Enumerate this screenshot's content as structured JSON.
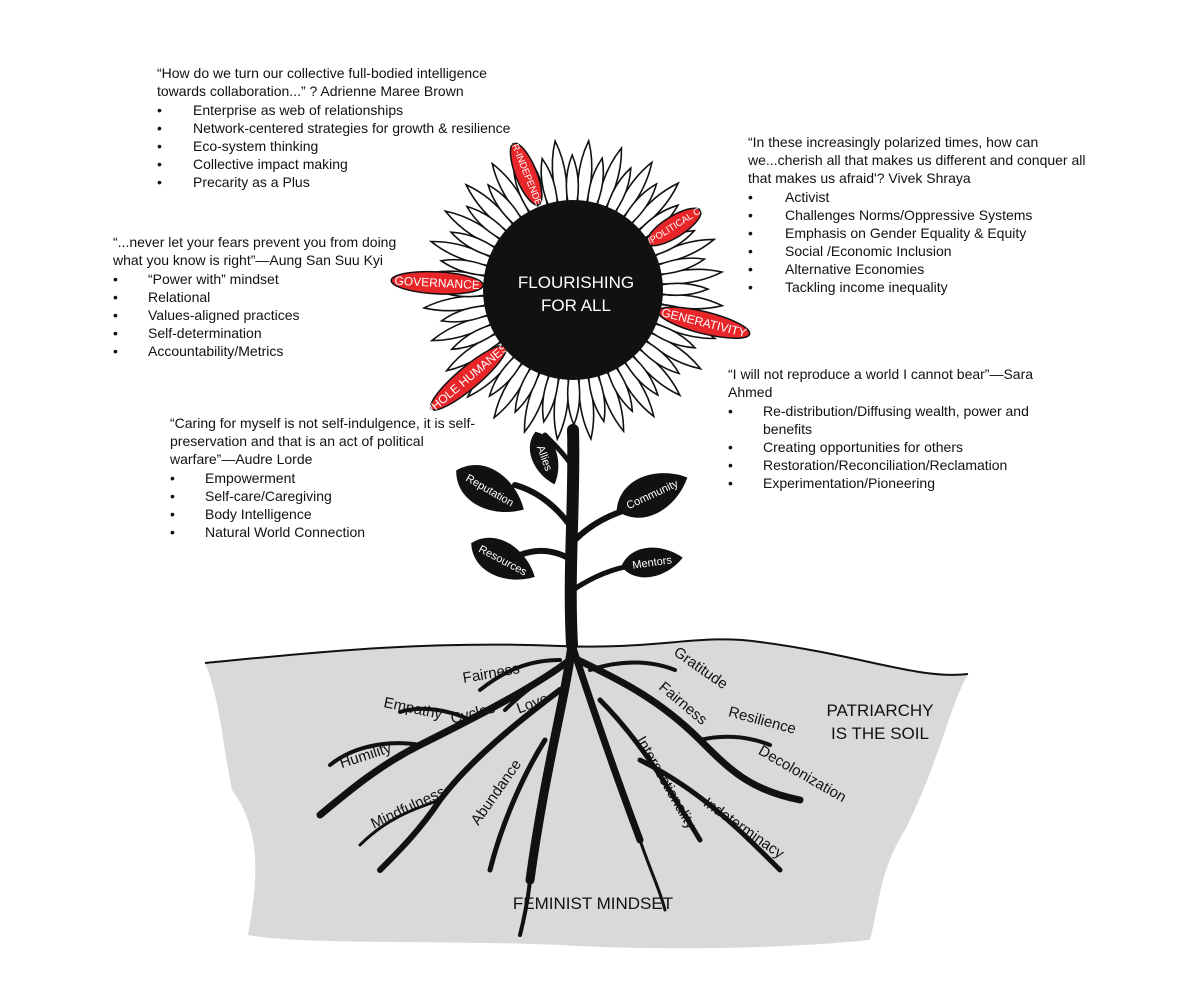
{
  "center": {
    "line1": "FLOURISHING",
    "line2": "FOR ALL"
  },
  "red_petals": [
    "INTER-INDEPENDENCE",
    "SOCIAL/POLITICAL CHANGE",
    "GOVERNANCE",
    "GENERATIVITY",
    "WHOLE HUMANESS"
  ],
  "leaves": [
    "Allies",
    "Reputation",
    "Community",
    "Resources",
    "Mentors"
  ],
  "roots": [
    "Fairness",
    "Empathy",
    "Cycles",
    "Love",
    "Humility",
    "Mindfulness",
    "Abundance",
    "Intersectionality",
    "Gratitude",
    "Fairness",
    "Resilience",
    "Decolonization",
    "Indeterminacy"
  ],
  "soil_label": {
    "line1": "PATRIARCHY",
    "line2": "IS THE SOIL"
  },
  "base_label": "FEMINIST MINDSET",
  "quotes": [
    {
      "quote": "“How do we turn our collective full-bodied intelligence towards collaboration...” ? Adrienne Maree Brown",
      "items": [
        "Enterprise as web of relationships",
        "Network-centered strategies for growth & resilience",
        "Eco-system thinking",
        "Collective impact making",
        "Precarity as a Plus"
      ]
    },
    {
      "quote": "“In these increasingly polarized times, how can we...cherish all that makes us different and conquer all that makes us afraid'? Vivek Shraya",
      "items": [
        "Activist",
        "Challenges Norms/Oppressive Systems",
        "Emphasis on Gender Equality & Equity",
        "Social /Economic Inclusion",
        "Alternative Economies",
        "Tackling income inequality"
      ]
    },
    {
      "quote": "“...never let your fears prevent you from doing what you know is right”—Aung San Suu Kyi",
      "items": [
        "“Power with” mindset",
        "Relational",
        "Values-aligned practices",
        "Self-determination",
        "Accountability/Metrics"
      ]
    },
    {
      "quote": "“I will not reproduce a world I cannot bear”—Sara Ahmed",
      "items": [
        "Re-distribution/Diffusing wealth, power and benefits",
        "Creating opportunities for others",
        "Restoration/Reconciliation/Reclamation",
        "Experimentation/Pioneering"
      ]
    },
    {
      "quote": "“Caring for myself is not self-indulgence, it is self-preservation and that is an act of political warfare”—Audre Lorde",
      "items": [
        "Empowerment",
        "Self-care/Caregiving",
        "Body Intelligence",
        "Natural World Connection"
      ]
    }
  ],
  "colors": {
    "accent": "#e8262a",
    "soil": "#d9d9d9",
    "ink": "#111111",
    "paper": "#ffffff"
  }
}
